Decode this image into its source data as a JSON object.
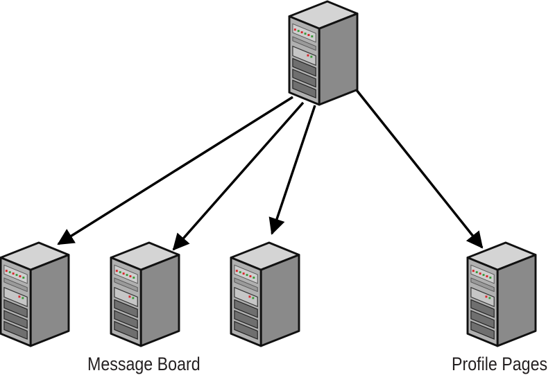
{
  "diagram": {
    "nodes": [
      {
        "id": "root-server",
        "label": ""
      },
      {
        "id": "server-1",
        "label": ""
      },
      {
        "id": "server-2",
        "label": "Message Board"
      },
      {
        "id": "server-3",
        "label": ""
      },
      {
        "id": "server-4",
        "label": "Profile Pages"
      }
    ],
    "edges": [
      {
        "from": "root-server",
        "to": "server-1"
      },
      {
        "from": "root-server",
        "to": "server-2"
      },
      {
        "from": "root-server",
        "to": "server-3"
      },
      {
        "from": "root-server",
        "to": "server-4"
      }
    ],
    "colors": {
      "front": "#a9a9a9",
      "side": "#8c8c8c",
      "top": "#d2d2d2",
      "outline": "#1a1a1a",
      "arrow": "#000000",
      "led_red": "#d7262b",
      "led_green": "#3c9a3c"
    }
  }
}
